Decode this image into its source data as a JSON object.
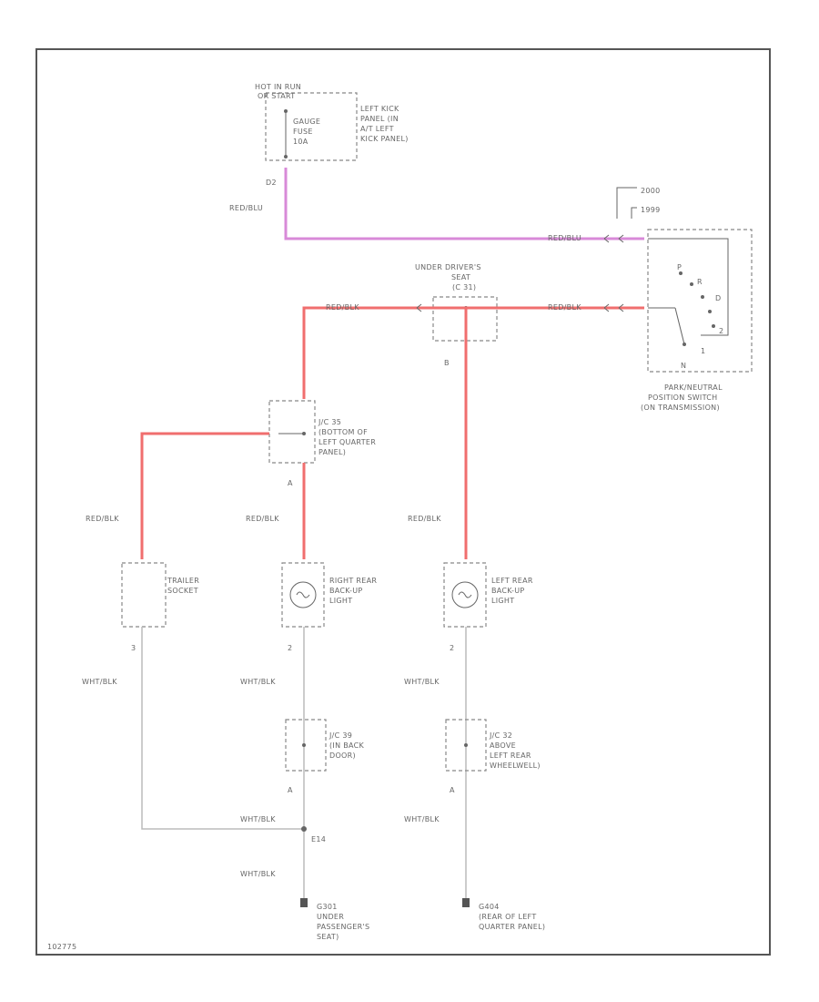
{
  "doc_id": "102775",
  "fuse": {
    "header": [
      "HOT IN RUN",
      "OR START"
    ],
    "label": [
      "GAUGE",
      "FUSE",
      "10A"
    ],
    "location": [
      "LEFT KICK",
      "PANEL (IN",
      "A/T LEFT",
      "KICK PANEL)"
    ],
    "pin": "D2"
  },
  "years": [
    "2000",
    "1999"
  ],
  "wires": {
    "red_blu": "RED/BLU",
    "red_blk": "RED/BLK",
    "wht_blk": "WHT/BLK"
  },
  "under_driver_seat": [
    "UNDER DRIVER'S",
    "SEAT",
    "(C 31)"
  ],
  "udseat_pin": "B",
  "pns": {
    "title": [
      "PARK/NEUTRAL",
      "POSITION SWITCH",
      "(ON TRANSMISSION)"
    ],
    "contacts": [
      "P",
      "R",
      "D",
      "2",
      "1",
      "N"
    ]
  },
  "jc_qtr": {
    "label": [
      "J/C 35",
      "(BOTTOM OF",
      "LEFT QUARTER",
      "PANEL)"
    ],
    "pin": "A"
  },
  "trailer": {
    "label": [
      "TRAILER",
      "SOCKET"
    ],
    "pin": "3"
  },
  "rr_light": {
    "label": [
      "RIGHT REAR",
      "BACK-UP",
      "LIGHT"
    ],
    "pin": "2"
  },
  "lr_light": {
    "label": [
      "LEFT REAR",
      "BACK-UP",
      "LIGHT"
    ],
    "pin": "2"
  },
  "jc_door": {
    "label": [
      "J/C 39",
      "(IN BACK",
      "DOOR)"
    ],
    "pin": "A"
  },
  "jc_wheel": {
    "label": [
      "J/C 32",
      "ABOVE",
      "LEFT REAR",
      "WHEELWELL)"
    ],
    "pin": "A"
  },
  "splice": "E14",
  "ground_right": {
    "label": [
      "G301",
      "UNDER",
      "PASSENGER'S",
      "SEAT)"
    ]
  },
  "ground_left": {
    "label": [
      "G404",
      "(REAR OF LEFT",
      "QUARTER PANEL)"
    ]
  }
}
